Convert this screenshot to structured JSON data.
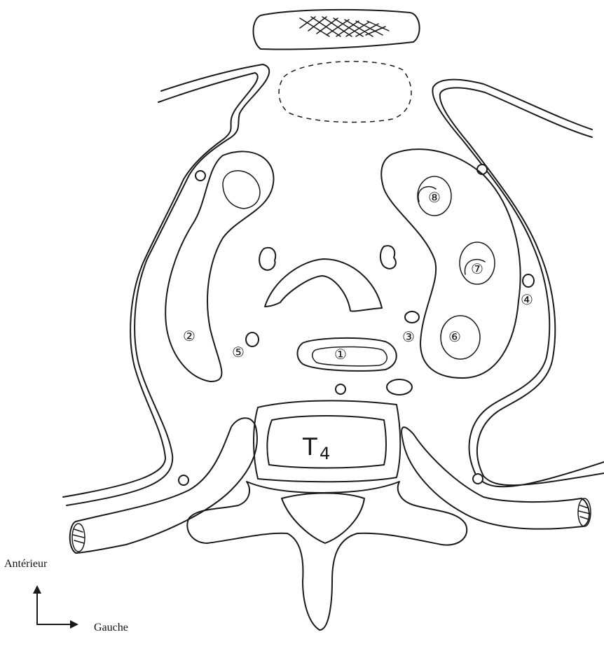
{
  "vertebra_label": "T",
  "vertebra_sub": "4",
  "orientation": {
    "up_label": "Antérieur",
    "right_label": "Gauche"
  },
  "markers": [
    {
      "id": "1",
      "symbol": "①"
    },
    {
      "id": "2",
      "symbol": "②"
    },
    {
      "id": "3",
      "symbol": "③"
    },
    {
      "id": "4",
      "symbol": "④"
    },
    {
      "id": "5",
      "symbol": "⑤"
    },
    {
      "id": "6",
      "symbol": "⑥"
    },
    {
      "id": "7",
      "symbol": "⑦"
    },
    {
      "id": "8",
      "symbol": "⑧"
    }
  ]
}
